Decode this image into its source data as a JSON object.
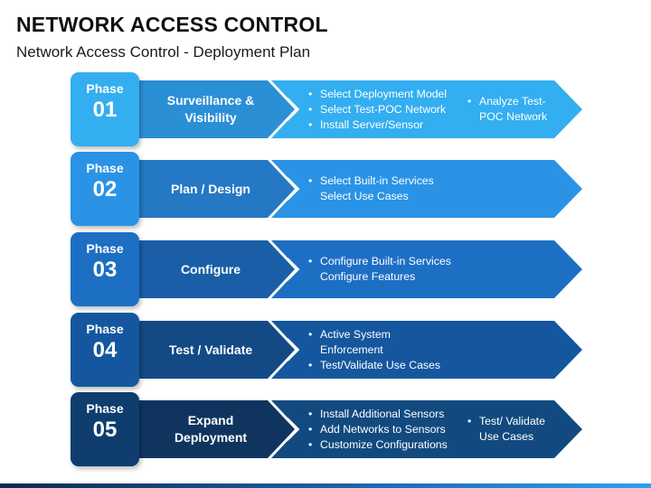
{
  "title": "NETWORK ACCESS CONTROL",
  "subtitle": "Network Access Control - Deployment Plan",
  "phases": [
    {
      "phase_word": "Phase",
      "number": "01",
      "name_lines": [
        "Surveillance &",
        "Visibility"
      ],
      "items_main": [
        {
          "text": "Select Deployment Model",
          "bullet": true
        },
        {
          "text": "Select Test-POC Network",
          "bullet": true
        },
        {
          "text": "Install Server/Sensor",
          "bullet": true
        }
      ],
      "items_side": [
        {
          "text": "Analyze Test-",
          "bullet": true
        },
        {
          "text": "POC Network",
          "bullet": false
        }
      ],
      "colors": {
        "box": "#33aef0",
        "band": "#2b8fd6",
        "arrow": "#33aef0"
      }
    },
    {
      "phase_word": "Phase",
      "number": "02",
      "name_lines": [
        "Plan / Design"
      ],
      "items_main": [
        {
          "text": "Select Built-in Services",
          "bullet": true
        },
        {
          "text": "Select Use Cases",
          "bullet": false
        }
      ],
      "items_side": [],
      "colors": {
        "box": "#2a93e6",
        "band": "#2578c4",
        "arrow": "#2a93e6"
      }
    },
    {
      "phase_word": "Phase",
      "number": "03",
      "name_lines": [
        "Configure"
      ],
      "items_main": [
        {
          "text": "Configure Built-in Services",
          "bullet": true
        },
        {
          "text": "Configure Features",
          "bullet": false
        }
      ],
      "items_side": [],
      "colors": {
        "box": "#1d6fc4",
        "band": "#1a5ea8",
        "arrow": "#1d6fc4"
      }
    },
    {
      "phase_word": "Phase",
      "number": "04",
      "name_lines": [
        "Test / Validate"
      ],
      "items_main": [
        {
          "text": "Active System",
          "bullet": true
        },
        {
          "text": "Enforcement",
          "bullet": false
        },
        {
          "text": "Test/Validate Use Cases",
          "bullet": true
        }
      ],
      "items_side": [],
      "colors": {
        "box": "#15579e",
        "band": "#134a86",
        "arrow": "#15579e"
      }
    },
    {
      "phase_word": "Phase",
      "number": "05",
      "name_lines": [
        "Expand",
        "Deployment"
      ],
      "items_main": [
        {
          "text": "Install Additional Sensors",
          "bullet": true
        },
        {
          "text": "Add Networks to Sensors",
          "bullet": true
        },
        {
          "text": "Customize Configurations",
          "bullet": true
        }
      ],
      "items_side": [
        {
          "text": "Test/ Validate",
          "bullet": true
        },
        {
          "text": "Use Cases",
          "bullet": false
        }
      ],
      "colors": {
        "box": "#0e3d6e",
        "band": "#0f355f",
        "arrow": "#124a80"
      }
    }
  ]
}
